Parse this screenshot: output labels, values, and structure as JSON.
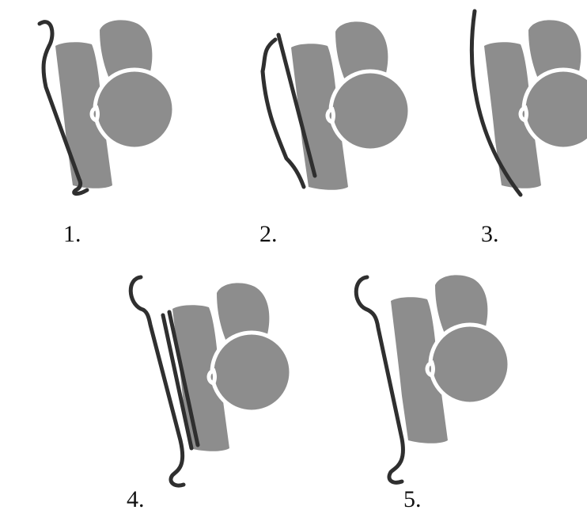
{
  "figures": [
    {
      "label": "1.",
      "variant": "s-curve-single-line"
    },
    {
      "label": "2.",
      "variant": "s-curve-plus-line"
    },
    {
      "label": "3.",
      "variant": "arc"
    },
    {
      "label": "4.",
      "variant": "bracket-plus-double-line"
    },
    {
      "label": "5.",
      "variant": "bracket-single-line"
    }
  ],
  "colors": {
    "background": "#ffffff",
    "shape_fill": "#8d8d8d",
    "contour_stroke": "#2f2f2f",
    "label_text": "#111111"
  }
}
